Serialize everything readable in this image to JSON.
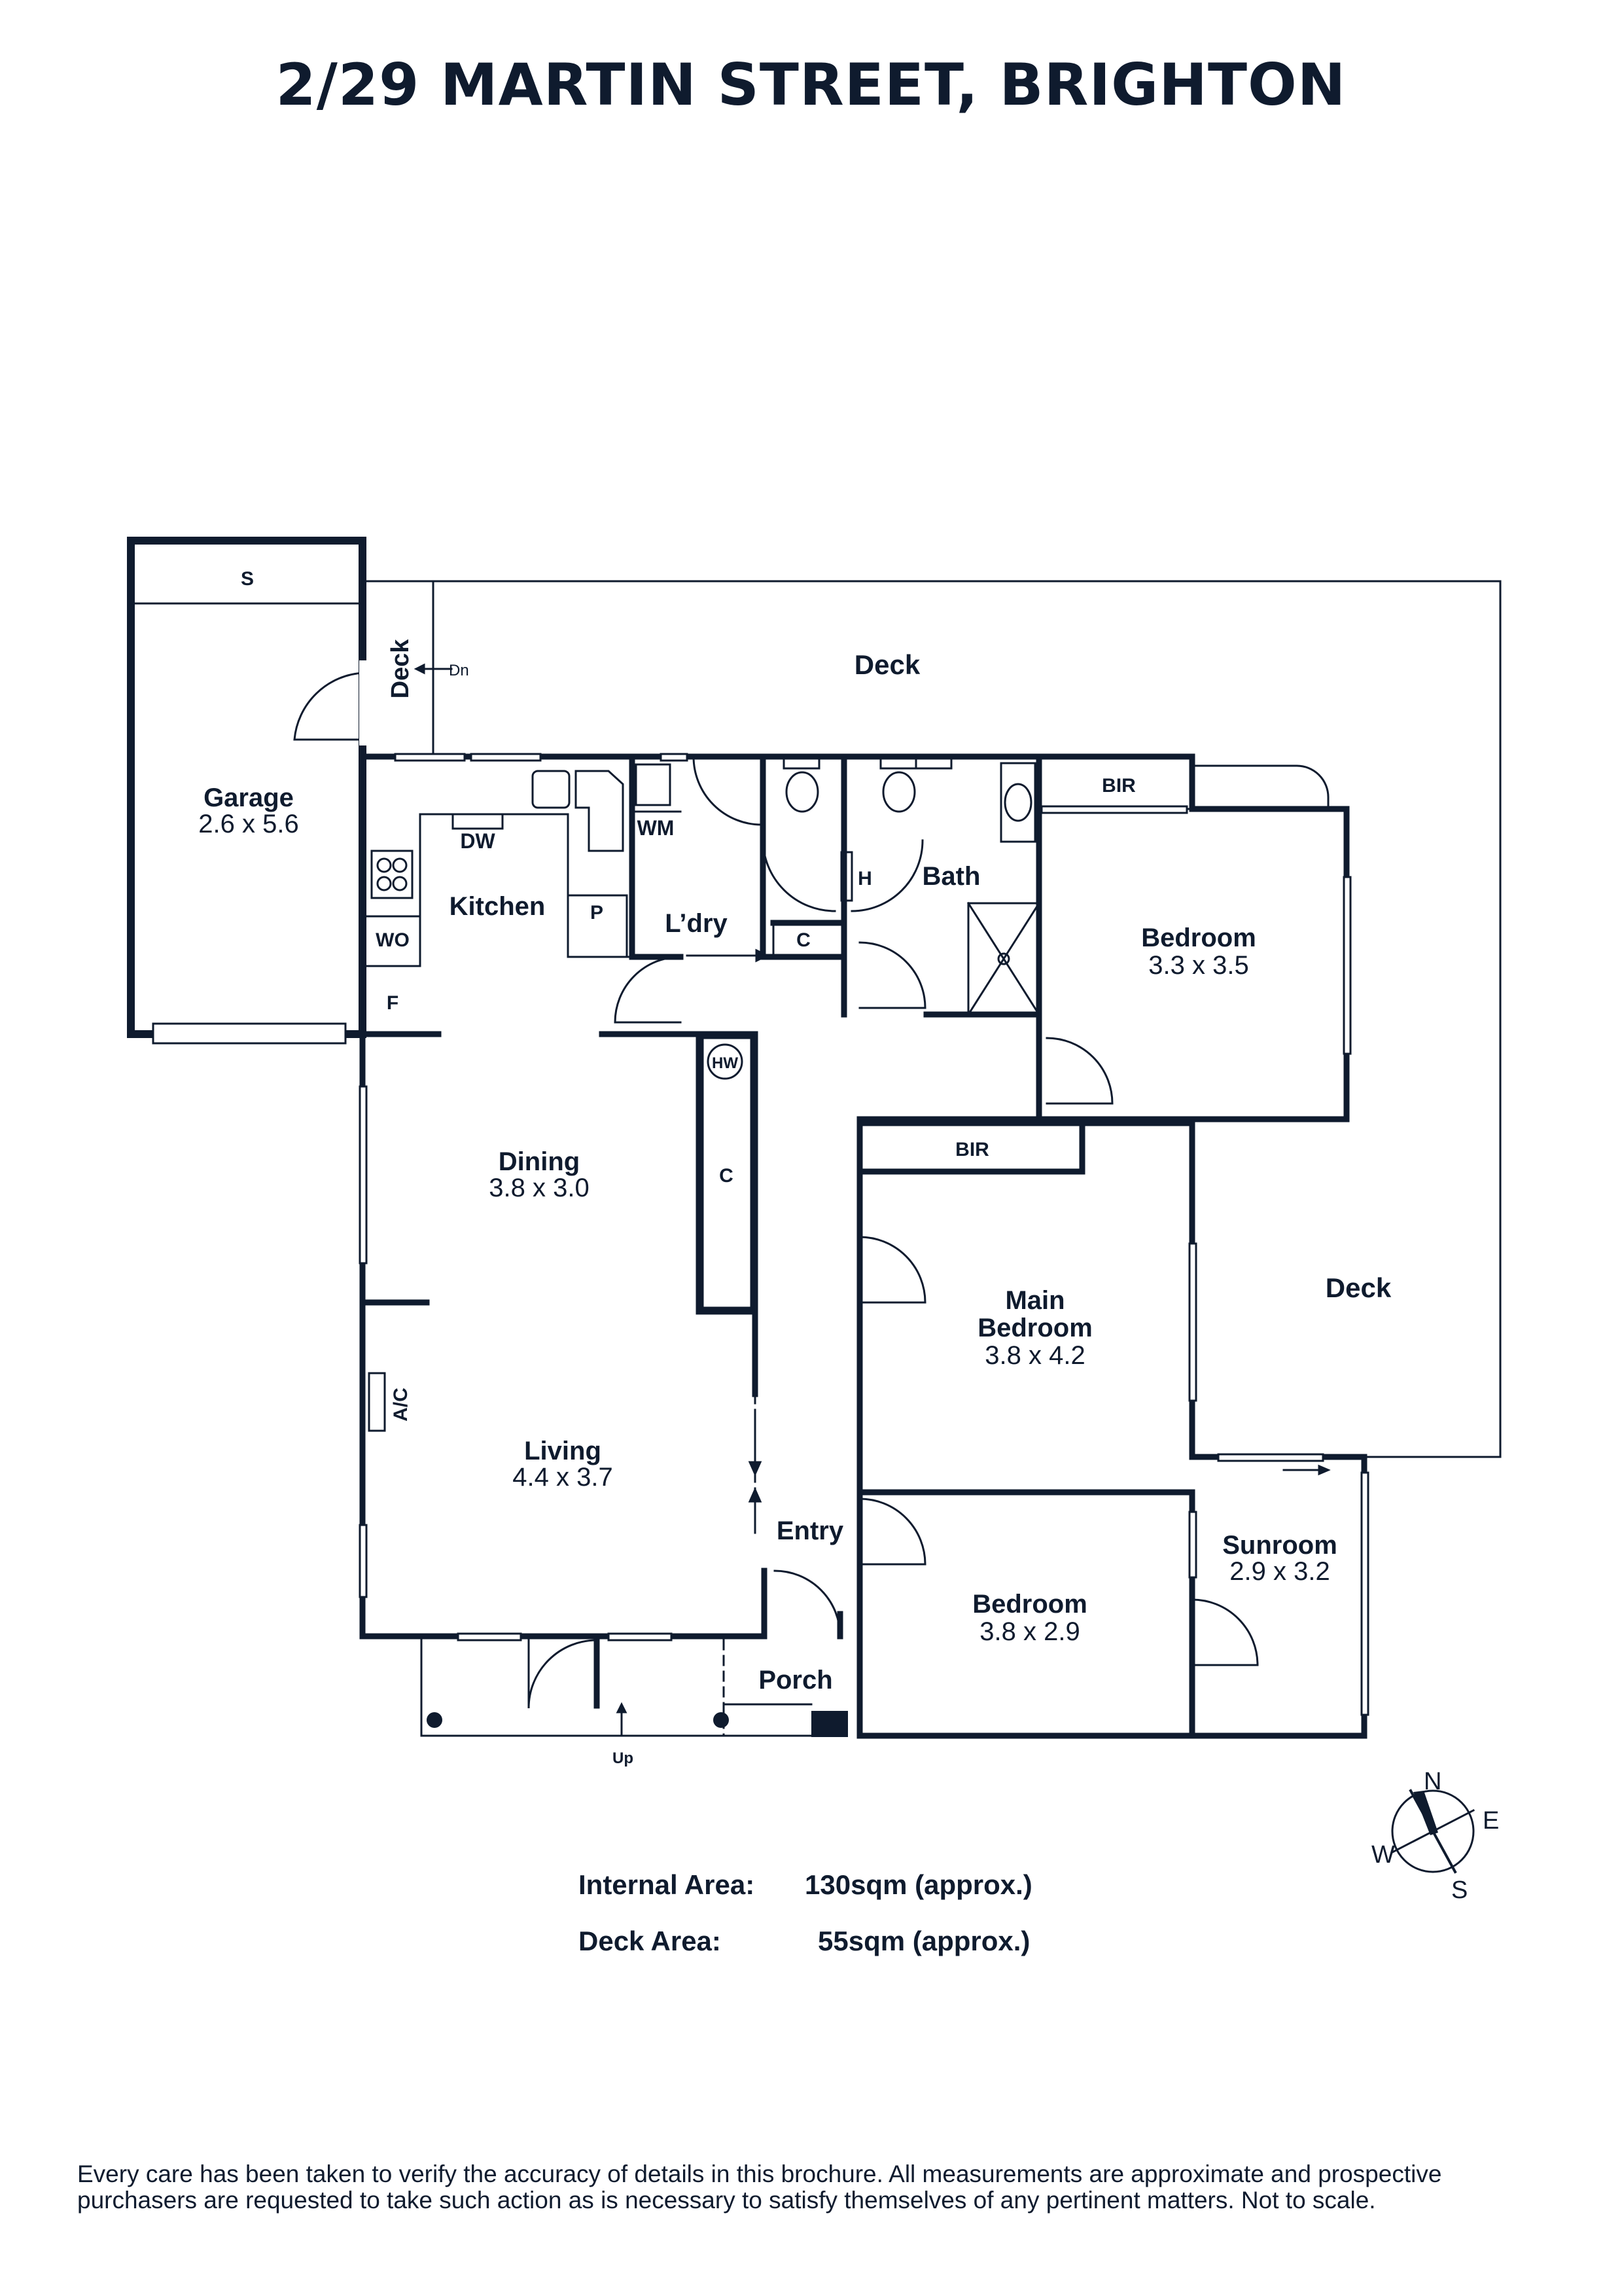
{
  "title": "2/29 MARTIN STREET, BRIGHTON",
  "rooms": {
    "garage": {
      "name": "Garage",
      "dims": "2.6 x 5.6"
    },
    "kitchen": {
      "name": "Kitchen"
    },
    "laundry": {
      "name": "L’dry"
    },
    "bath": {
      "name": "Bath"
    },
    "bedroom1": {
      "name": "Bedroom",
      "dims": "3.3 x 3.5"
    },
    "dining": {
      "name": "Dining",
      "dims": "3.8 x 3.0"
    },
    "main_bedroom": {
      "name": "Main Bedroom",
      "line1": "Main",
      "line2": "Bedroom",
      "dims": "3.8 x 4.2"
    },
    "living": {
      "name": "Living",
      "dims": "4.4 x 3.7"
    },
    "entry": {
      "name": "Entry"
    },
    "porch": {
      "name": "Porch"
    },
    "bedroom2": {
      "name": "Bedroom",
      "dims": "3.8 x 2.9"
    },
    "sunroom": {
      "name": "Sunroom",
      "dims": "2.9 x 3.2"
    },
    "deck_top": {
      "name": "Deck"
    },
    "deck_right": {
      "name": "Deck"
    },
    "deck_small": {
      "name": "Deck"
    }
  },
  "fixtures": {
    "s": "S",
    "dn": "Dn",
    "dw": "DW",
    "wm": "WM",
    "wo": "WO",
    "p": "P",
    "f": "F",
    "h": "H",
    "c_laundry": "C",
    "c_hall": "C",
    "hw": "HW",
    "bir_top": "BIR",
    "bir_main": "BIR",
    "ac": "A/C",
    "up": "Up"
  },
  "compass": {
    "n": "N",
    "e": "E",
    "s": "S",
    "w": "W"
  },
  "areas": {
    "internal_label": "Internal Area:",
    "internal_value": "130sqm (approx.)",
    "deck_label": "Deck Area:",
    "deck_value": "55sqm (approx.)"
  },
  "disclaimer": "Every care has been taken to verify the accuracy of details in this brochure. All measurements are approximate and prospective purchasers are requested to take such action as is necessary to satisfy themselves of any pertinent matters. Not to scale.",
  "colors": {
    "ink": "#0f1b2e",
    "background": "#ffffff"
  }
}
